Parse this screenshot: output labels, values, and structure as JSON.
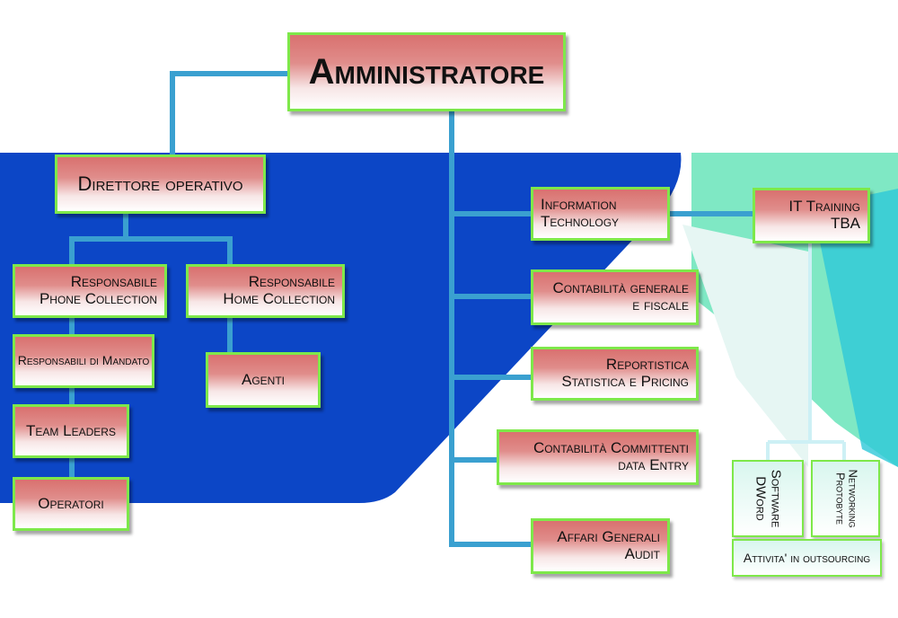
{
  "org_chart": {
    "root": "Amministratore",
    "direttore": "Direttore operativo",
    "phone_collection": [
      "Responsabile",
      "Phone Collection"
    ],
    "home_collection": [
      "Responsabile",
      "Home Collection"
    ],
    "responsabili_mandato": "Responsabili di Mandato",
    "team_leaders": "Team Leaders",
    "operatori": "Operatori",
    "agenti": "Agenti",
    "it": [
      "Information",
      "Technology"
    ],
    "contabilita_generale": [
      "Contabilità generale",
      "e fiscale"
    ],
    "reportistica": [
      "Reportistica",
      "Statistica e Pricing"
    ],
    "contabilita_committenti": [
      "Contabilità Committenti",
      "data Entry"
    ],
    "affari_generali": [
      "Affari Generali",
      "Audit"
    ],
    "it_training": [
      "IT Training",
      "TBA"
    ],
    "software": [
      "Software",
      "DWord"
    ],
    "networking": [
      "Networking",
      "Protobyte"
    ],
    "outsourcing": "Attivita' in outsourcing"
  },
  "colors": {
    "box_border": "#7ee84a",
    "box_top": "#d9716f",
    "connector": "#3aa0d0",
    "blue_background": "#0c46c6"
  }
}
